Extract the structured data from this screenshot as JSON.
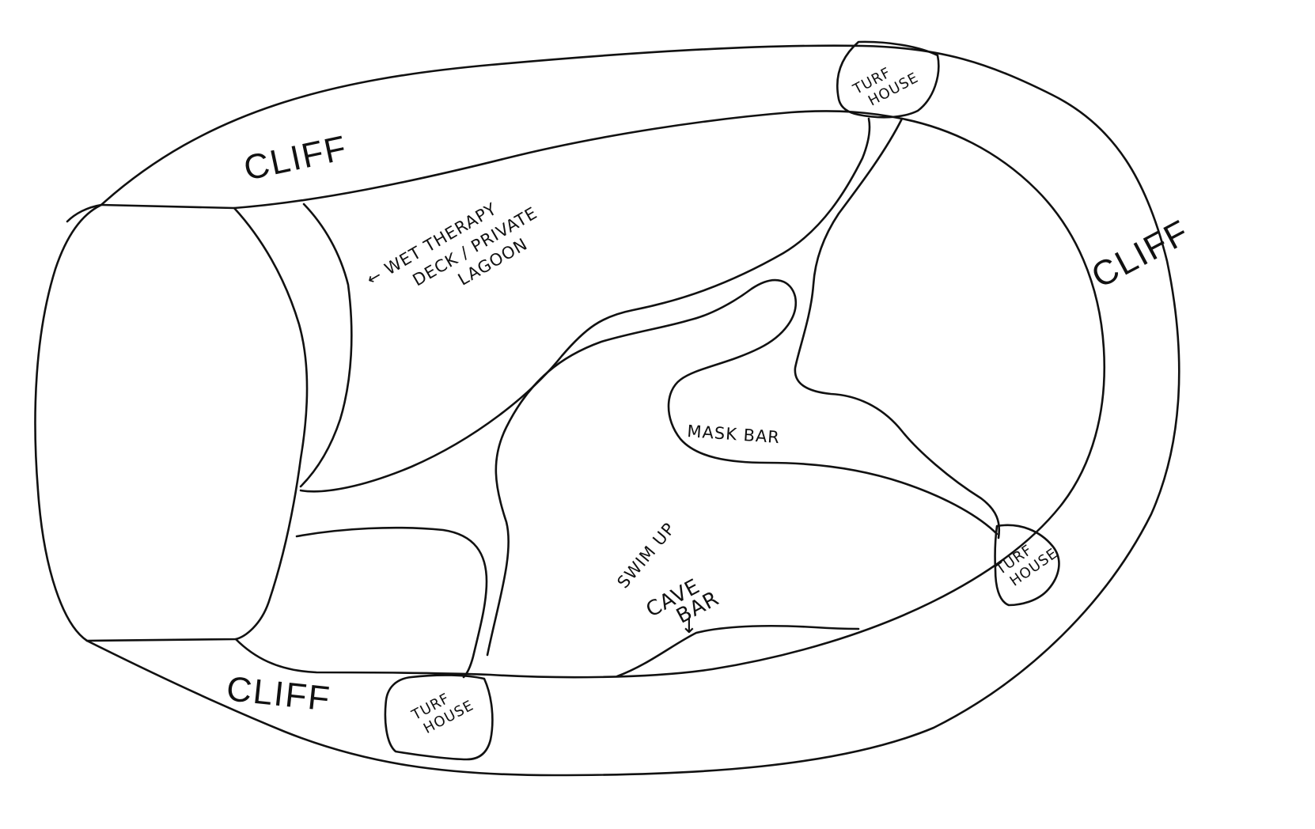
{
  "labels": {
    "cliff_top": "CLIFF",
    "cliff_right": "CLIFF",
    "cliff_bottom": "CLIFF",
    "turf_house_top": {
      "line1": "TURF",
      "line2": "HOUSE"
    },
    "turf_house_right": {
      "line1": "TURF",
      "line2": "HOUSE"
    },
    "turf_house_bottom": {
      "line1": "TURF",
      "line2": "HOUSE"
    },
    "wet_therapy": {
      "line1": "← WET THERAPY",
      "line2": "DECK / PRIVATE",
      "line3": "LAGOON"
    },
    "mask_bar": "MASK BAR",
    "swim_up": "SWIM UP",
    "cave_bar": {
      "line1": "CAVE",
      "line2": "BAR",
      "arrow": "↓"
    }
  },
  "colors": {
    "ink": "#111111",
    "paper": "#ffffff"
  }
}
